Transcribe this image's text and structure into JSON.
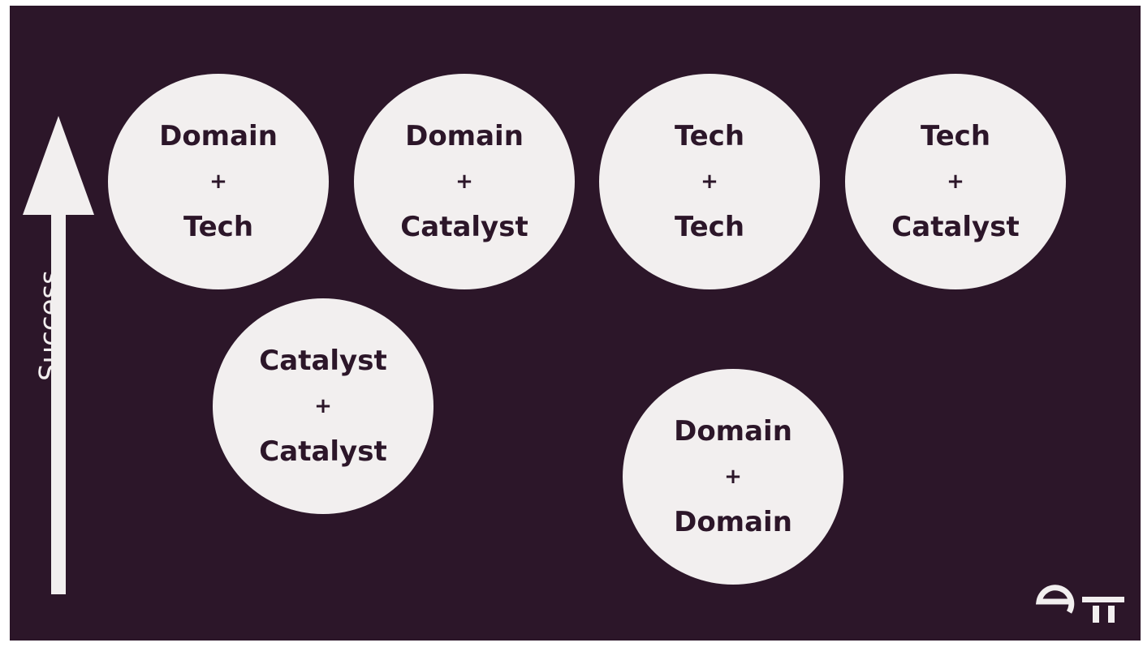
{
  "axis": {
    "label": "Success"
  },
  "pairs": [
    {
      "top": "Domain",
      "op": "+",
      "bottom": "Tech"
    },
    {
      "top": "Domain",
      "op": "+",
      "bottom": "Catalyst"
    },
    {
      "top": "Tech",
      "op": "+",
      "bottom": "Tech"
    },
    {
      "top": "Tech",
      "op": "+",
      "bottom": "Catalyst"
    },
    {
      "top": "Catalyst",
      "op": "+",
      "bottom": "Catalyst"
    },
    {
      "top": "Domain",
      "op": "+",
      "bottom": "Domain"
    }
  ],
  "colors": {
    "background": "#2c1629",
    "circle": "#f2efef"
  }
}
